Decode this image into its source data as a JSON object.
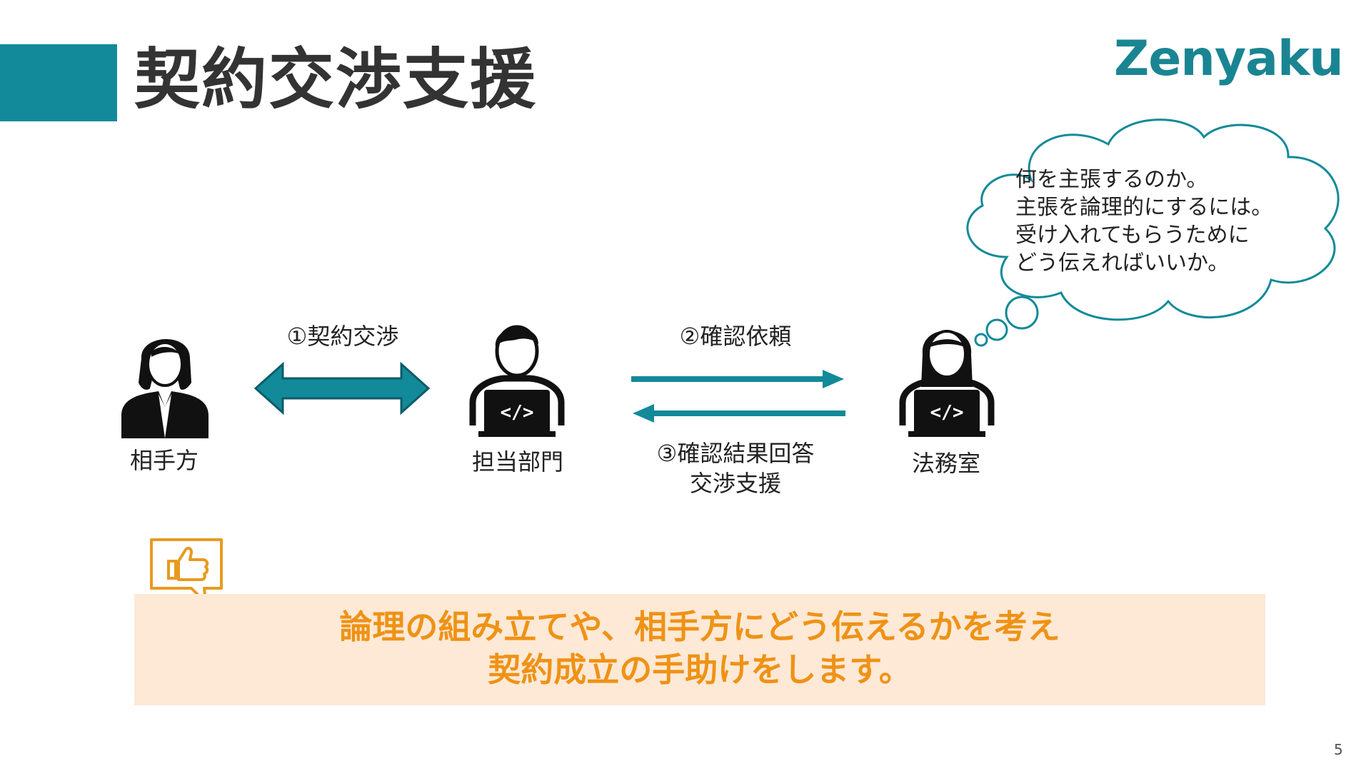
{
  "slide": {
    "title": "契約交渉支援",
    "logo_text": "Zenyaku",
    "page_number": "5"
  },
  "actors": {
    "counterparty": "相手方",
    "department": "担当部門",
    "legal": "法務室"
  },
  "steps": {
    "step1": "①契約交渉",
    "step2": "②確認依頼",
    "step3_line1": "③確認結果回答",
    "step3_line2": "交渉支援"
  },
  "thought": {
    "line1": "何を主張するのか。",
    "line2": "主張を論理的にするには。",
    "line3": "受け入れてもらうために",
    "line4": "どう伝えればいいか。"
  },
  "banner": {
    "line1": "論理の組み立てや、相手方にどう伝えるかを考え",
    "line2": "契約成立の手助けをします。"
  },
  "colors": {
    "accent": "#128a99",
    "logo": "#1a8592",
    "highlight": "#ef9215",
    "banner_bg": "#fde9d6",
    "thumbs_icon": "#e89a1e"
  },
  "icons": {
    "thumbs": "thumbs-up-icon",
    "person_female": "female-person-icon",
    "person_laptop": "person-laptop-icon",
    "person_laptop_female": "female-person-laptop-icon"
  }
}
